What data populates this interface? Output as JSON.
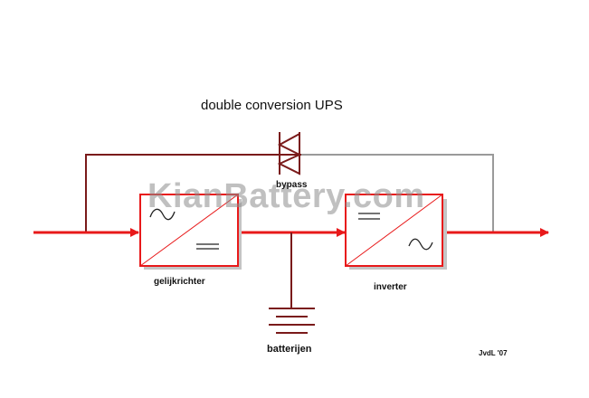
{
  "diagram": {
    "title": "double conversion UPS",
    "bypass_label": "bypass",
    "rectifier_label": "gelijkrichter",
    "inverter_label": "inverter",
    "battery_label": "batterijen",
    "credit": "JvdL '07"
  },
  "watermark": "KianBattery.com",
  "colors": {
    "signal": "#e8191a",
    "bypass_line": "#7a1a1a",
    "bypass_return": "#9a9a9a",
    "block_border": "#e8191a",
    "block_shadow": "#bdbdbd",
    "battery": "#7a1a1a"
  }
}
